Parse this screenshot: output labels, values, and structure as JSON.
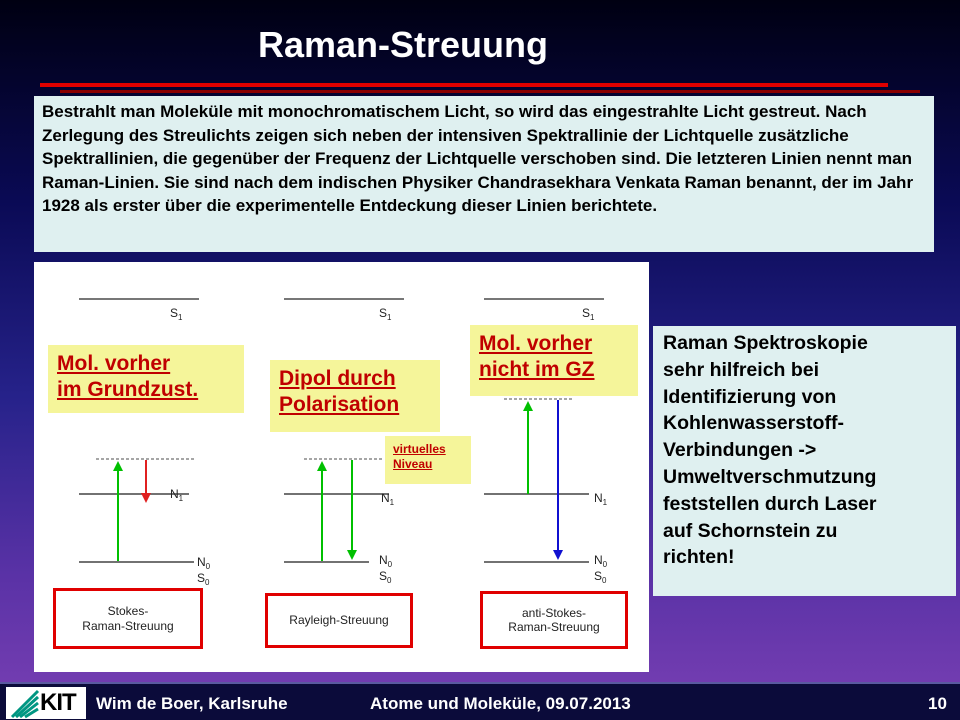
{
  "title": "Raman-Streuung",
  "intro_text": "Bestrahlt man Moleküle mit monochromatischem Licht, so wird das eingestrahlte Licht gestreut. Nach Zerlegung des Streulichts zeigen sich neben der  intensiven Spektrallinie der Lichtquelle zusätzliche Spektrallinien, die gegenüber der Frequenz der Lichtquelle verschoben sind. Die letzteren Linien nennt man Raman-Linien. Sie sind nach dem indischen Physiker Chandrasekhara Venkata Raman benannt, der im Jahr 1928 als erster über die experimentelle Entdeckung dieser Linien berichtete.",
  "diagram": {
    "labels": {
      "s1": "S",
      "s1_sub": "1",
      "n1": "N",
      "n1_sub": "1",
      "n0": "N",
      "n0_sub": "0",
      "s0": "S",
      "s0_sub": "0"
    },
    "annotations": {
      "mol_vorher": [
        "Mol. vorher",
        "im Grundzust."
      ],
      "dipol": [
        "Dipol durch",
        "Polarisation"
      ],
      "virtuelles": [
        "virtuelles",
        "Niveau"
      ],
      "mol_nicht_gz": [
        "Mol. vorher",
        "nicht im GZ"
      ]
    },
    "processes": [
      {
        "lines": [
          "Stokes-",
          "Raman-Streuung"
        ]
      },
      {
        "lines": [
          "Rayleigh-Streuung"
        ]
      },
      {
        "lines": [
          "anti-Stokes-",
          "Raman-Streuung"
        ]
      }
    ]
  },
  "side_text": [
    "Raman Spektroskopie",
    "sehr hilfreich bei",
    "Identifizierung von",
    "Kohlenwasserstoff-",
    "Verbindungen  ->",
    "Umweltverschmutzung",
    "feststellen durch Laser",
    "auf Schornstein zu",
    "richten!"
  ],
  "footer": {
    "logo_text": "KIT",
    "author": "Wim de Boer, Karlsruhe",
    "course": "Atome und Moleküle, 09.07.2013",
    "page": "10"
  },
  "colors": {
    "accent_red": "#e00000",
    "arrow_green": "#00c000",
    "arrow_red": "#e02020",
    "arrow_blue": "#1010d0",
    "yellow_box": "#f5f59a",
    "text_box": "#dff0f0"
  }
}
